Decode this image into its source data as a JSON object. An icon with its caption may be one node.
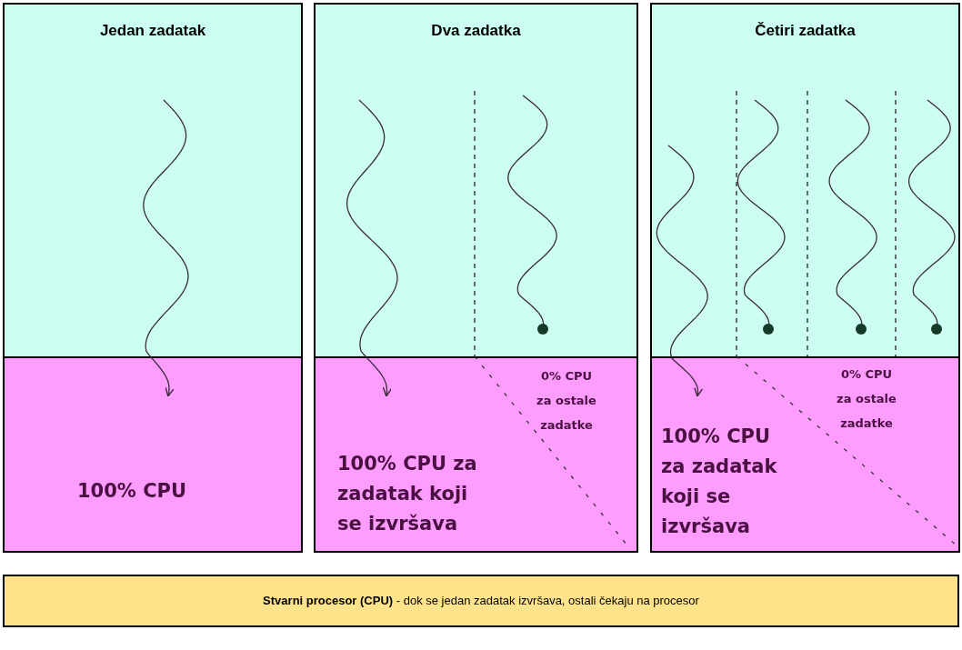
{
  "diagram": {
    "nodes": [
      {
        "text": [
          "Jedan zadatak"
        ]
      },
      {
        "text": [
          "100% CPU"
        ]
      },
      {
        "text": [
          "Dva zadatka"
        ]
      },
      {
        "text": [
          "100% CPU za zadatak koji se izvršava",
          "0% CPU za ostale zadatke"
        ]
      },
      {
        "text": [
          "Četiri zadatka"
        ]
      },
      {
        "text": [
          "100% CPU za zadatak koji se izvršava",
          "0% CPU za ostale zadatke"
        ]
      },
      {
        "text": [
          "**Stvarni procesor (CPU)** -  dok se jedan zadatak izvršava, ostali čekaju na procesor"
        ]
      }
    ],
    "edges": [
      {
        "from": 0,
        "to": 1,
        "arrow": "to"
      },
      {
        "from": 2,
        "to": 3,
        "arrow": "to"
      },
      {
        "from": 4,
        "to": 5,
        "arrow": "to"
      }
    ]
  }
}
